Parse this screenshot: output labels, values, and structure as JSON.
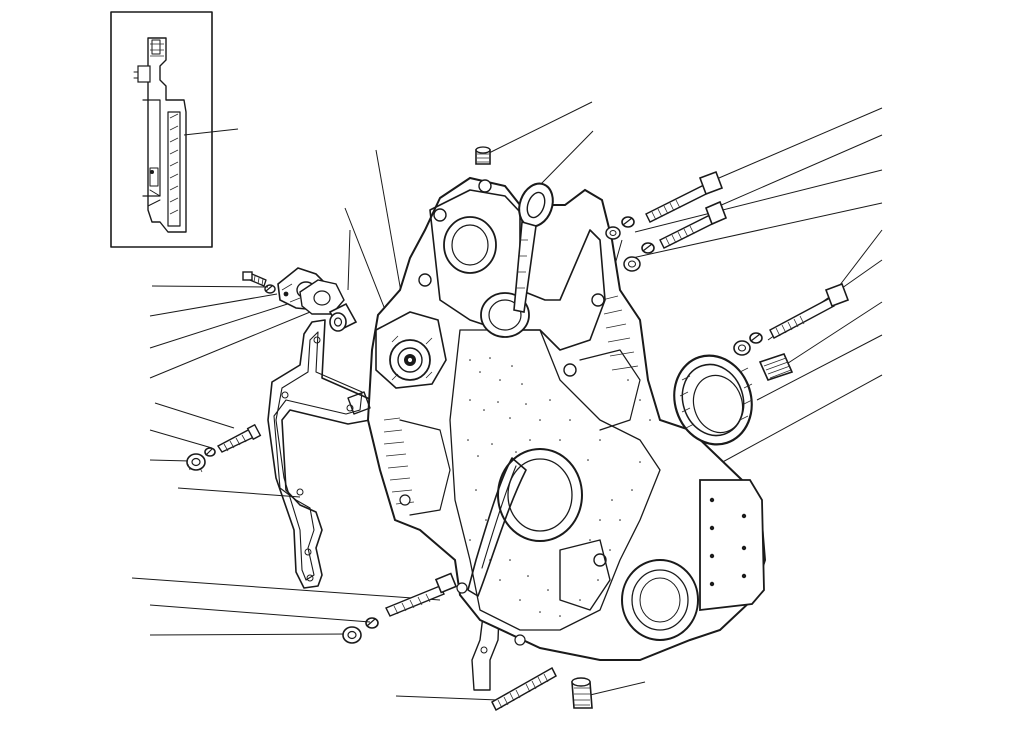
{
  "figure": {
    "kind": "exploded-assembly-drawing",
    "ink_color": "#1a1a1a",
    "paper_color": "#ffffff",
    "text_labels": []
  },
  "inset": {
    "content": "section-view"
  },
  "parts": [
    {
      "id": "cover",
      "icon": "gear-housing-cover"
    },
    {
      "id": "crank-seal-ring",
      "icon": "oil-seal"
    },
    {
      "id": "large-oil-seal",
      "icon": "oil-seal"
    },
    {
      "id": "lifting-eye",
      "icon": "lifting-eye-bolt"
    },
    {
      "id": "cover-gasket",
      "icon": "gasket"
    },
    {
      "id": "small-flange",
      "icon": "flange-plate"
    },
    {
      "id": "flange-gasket",
      "icon": "gasket"
    },
    {
      "id": "bushing",
      "icon": "bushing"
    },
    {
      "id": "rotor-assembly",
      "icon": "rotor"
    },
    {
      "id": "bolt-top",
      "icon": "hex-bolt"
    },
    {
      "id": "bolt-middle",
      "icon": "hex-bolt"
    },
    {
      "id": "bolt-right",
      "icon": "hex-bolt"
    },
    {
      "id": "bolt-left",
      "icon": "hex-bolt"
    },
    {
      "id": "bolt-lower",
      "icon": "hex-bolt"
    },
    {
      "id": "small-bolt-flange",
      "icon": "hex-bolt"
    },
    {
      "id": "stud-bottom",
      "icon": "stud"
    },
    {
      "id": "threaded-insert",
      "icon": "threaded-insert"
    },
    {
      "id": "plug-top",
      "icon": "plug"
    },
    {
      "id": "spring-washers",
      "icon": "spring-washer"
    },
    {
      "id": "flat-washers",
      "icon": "flat-washer"
    },
    {
      "id": "nuts",
      "icon": "hex-nut"
    }
  ]
}
